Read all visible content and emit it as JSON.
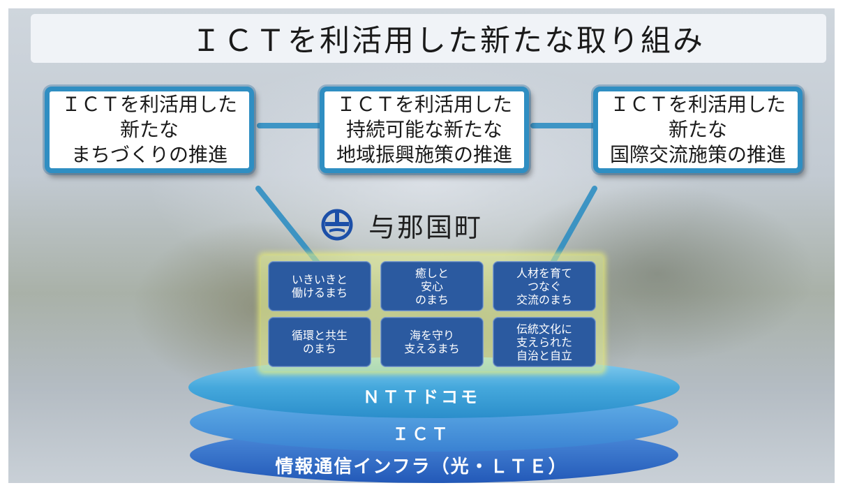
{
  "title": "ＩＣＴを利活用した新たな取り組み",
  "strategies": [
    {
      "line1": "ＩＣＴを利活用した",
      "line2": "新たな",
      "line3": "まちづくりの推進"
    },
    {
      "line1": "ＩＣＴを利活用した",
      "line2": "持続可能な新たな",
      "line3": "地域振興施策の推進"
    },
    {
      "line1": "ＩＣＴを利活用した",
      "line2": "新たな",
      "line3": "国際交流施策の推進"
    }
  ],
  "town": {
    "name": "与那国町",
    "logo_icon": "yonaguni-town-emblem"
  },
  "goals": [
    "いきいきと\n働けるまち",
    "癒しと\n安心\nのまち",
    "人材を育て\nつなぐ\n交流のまち",
    "循環と共生\nのまち",
    "海を守り\n支えるまち",
    "伝統文化に\n支えられた\n自治と自立"
  ],
  "layers": {
    "top": "ＮＴＴドコモ",
    "middle": "ＩＣＴ",
    "bottom": "情報通信インフラ（光・ＬＴＥ）"
  },
  "colors": {
    "box_border": "#2f8ec2",
    "goal_fill": "#2b5aa0",
    "layer_top": "#3aa3d8",
    "layer_middle": "#3f8fd5",
    "layer_bottom": "#2e6fc8",
    "logo_blue": "#1c4fa8"
  }
}
